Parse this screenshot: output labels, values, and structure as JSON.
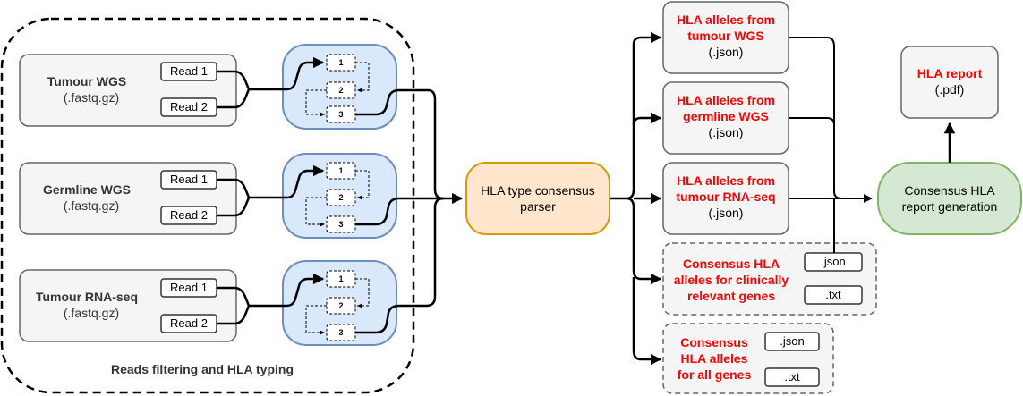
{
  "group_label": "Reads filtering and HLA typing",
  "inputs": [
    {
      "title": "Tumour WGS",
      "sub": "(.fastq.gz)",
      "read1": "Read 1",
      "read2": "Read 2"
    },
    {
      "title": "Germline WGS",
      "sub": "(.fastq.gz)",
      "read1": "Read 1",
      "read2": "Read 2"
    },
    {
      "title": "Tumour RNA-seq",
      "sub": "(.fastq.gz)",
      "read1": "Read 1",
      "read2": "Read 2"
    }
  ],
  "steps": [
    "1",
    "2",
    "3"
  ],
  "parser": {
    "line1": "HLA type consensus",
    "line2": "parser"
  },
  "outputs": [
    {
      "line1": "HLA alleles from",
      "line2": "tumour WGS",
      "line3": "(.json)"
    },
    {
      "line1": "HLA alleles from",
      "line2": "germline WGS",
      "line3": "(.json)"
    },
    {
      "line1": "HLA alleles from",
      "line2": "tumour RNA-seq",
      "line3": "(.json)"
    }
  ],
  "consensus_clinical": {
    "line1": "Consensus HLA",
    "line2": "alleles for clinically",
    "line3": "relevant genes",
    "file1": ".json",
    "file2": ".txt"
  },
  "consensus_all": {
    "line1": "Consensus",
    "line2": "HLA alleles",
    "line3": "for all genes",
    "file1": ".json",
    "file2": ".txt"
  },
  "report_gen": {
    "line1": "Consensus HLA",
    "line2": "report generation"
  },
  "report": {
    "line1": "HLA report",
    "line2": "(.pdf)"
  }
}
